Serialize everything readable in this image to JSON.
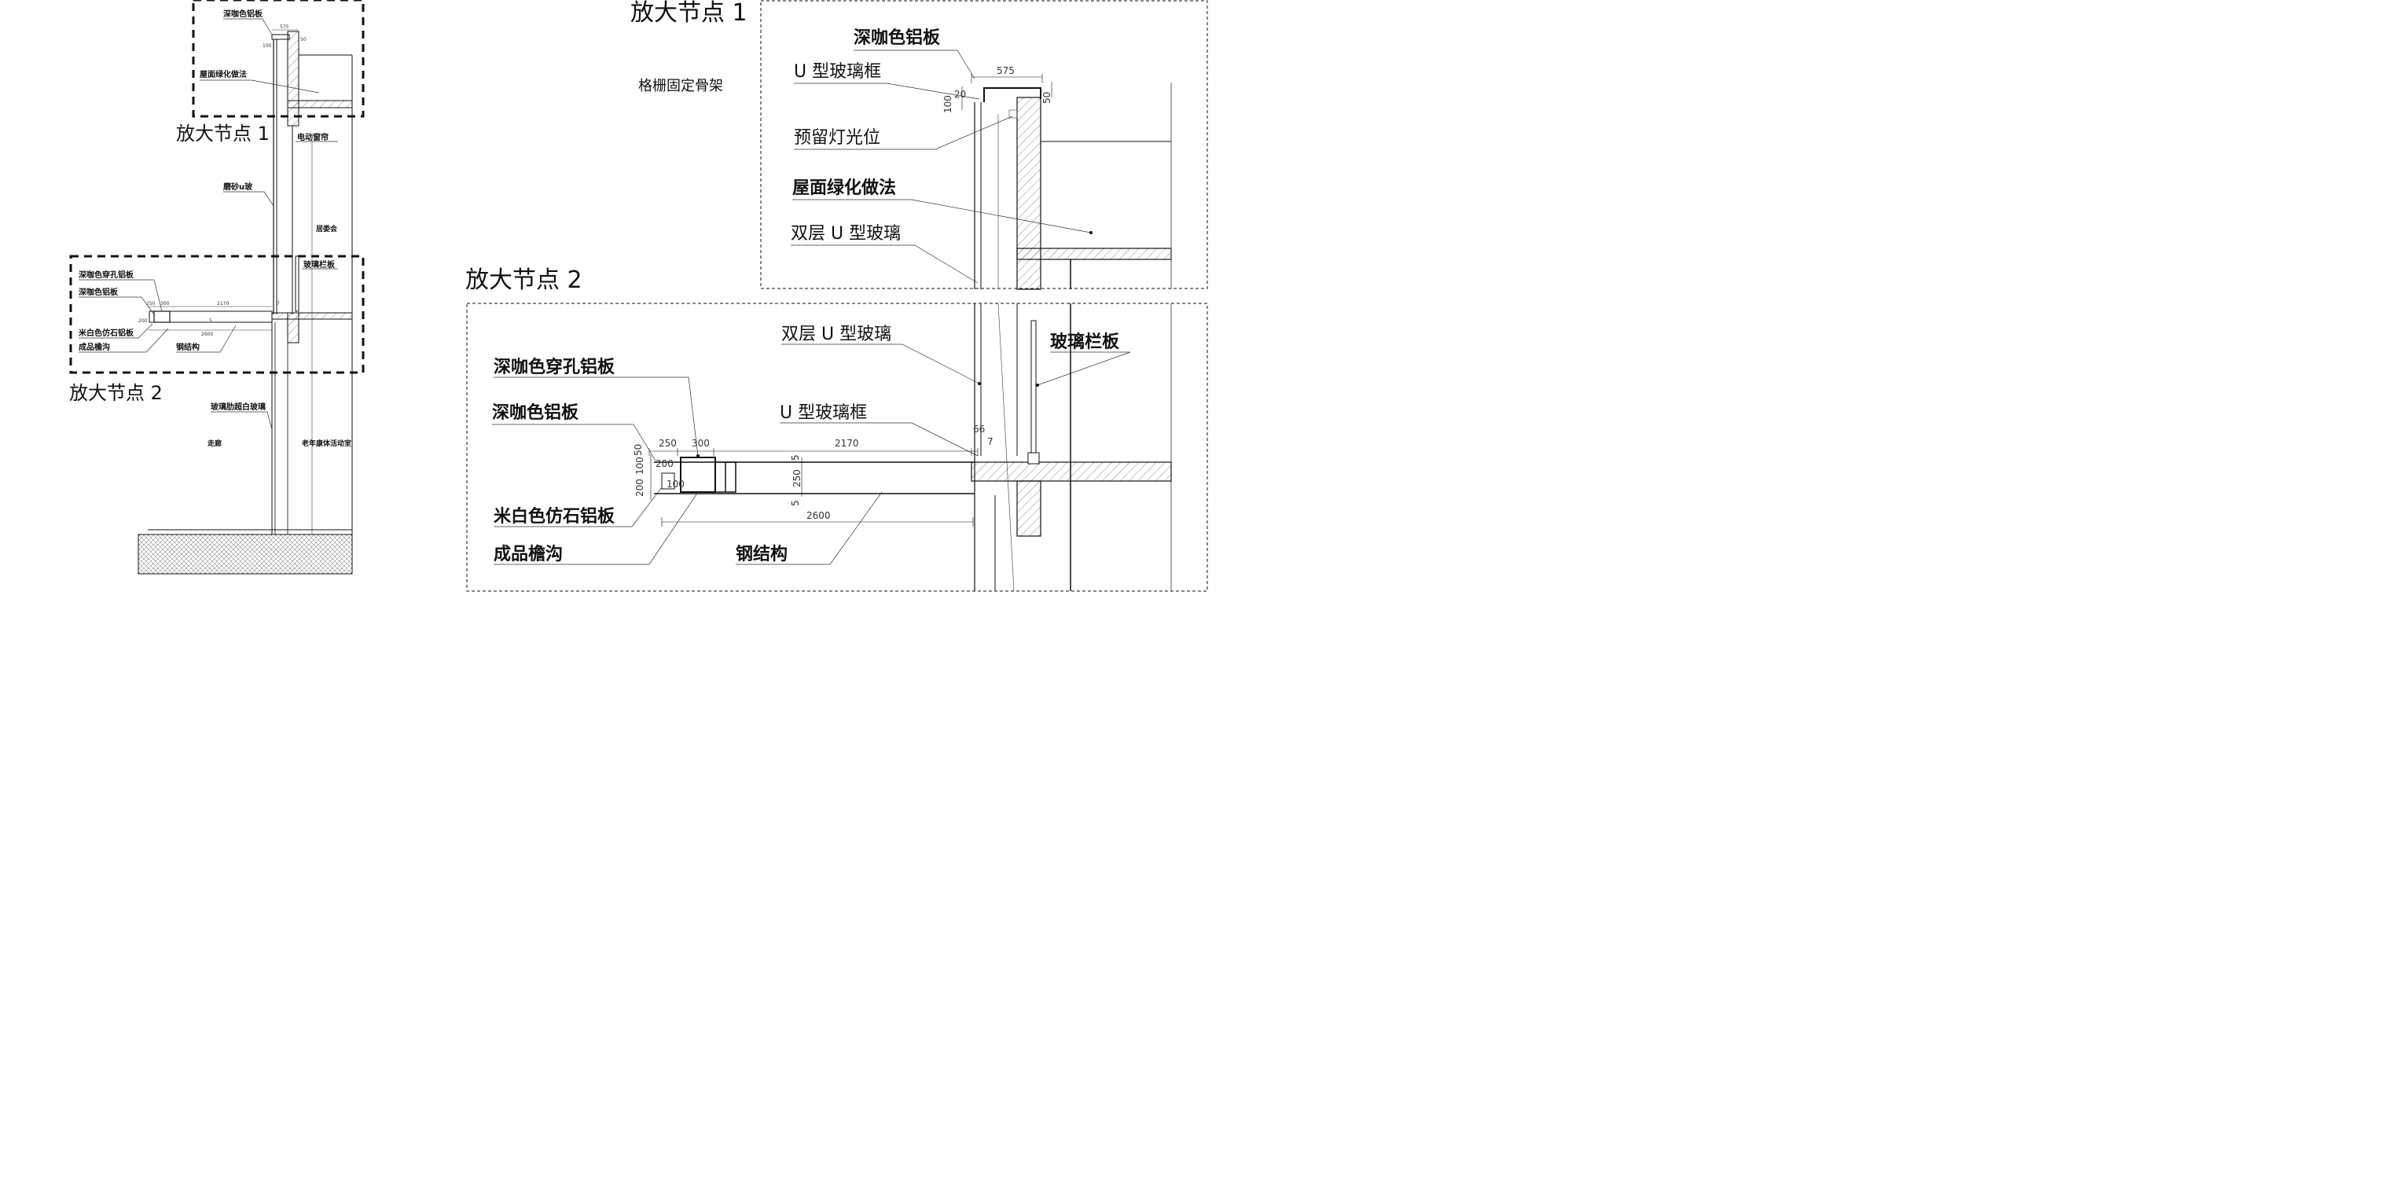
{
  "colors": {
    "ink": "#111111",
    "hatch": "#555555",
    "leader": "#333333",
    "paper": "#ffffff"
  },
  "section": {
    "labels": {
      "dark_brown_panel": "深咖色铝板",
      "roof_green": "屋面绿化做法",
      "motor_curtain": "电动窗帘",
      "frosted_u": "磨砂u玻",
      "committee": "居委会",
      "glass_rail": "玻璃栏板",
      "perforated": "深咖色穿孔铝板",
      "dark_brown_panel2": "深咖色铝板",
      "stone_panel": "米白色仿石铝板",
      "gutter": "成品檐沟",
      "steel": "钢结构",
      "glass_fin": "玻璃肋超白玻璃",
      "corridor": "走廊",
      "elderly_room": "老年康体活动室"
    },
    "callouts": {
      "detail1": "放大节点 1",
      "detail2": "放大节点 2"
    },
    "dims": {
      "d575": "575",
      "d100": "100",
      "d50": "50",
      "d250": "250",
      "d300": "300",
      "d2170": "2170",
      "d200": "200",
      "d2600": "2600",
      "d7": "7",
      "d5": "5"
    }
  },
  "detail1": {
    "title": "放大节点 1",
    "grid_frame_note": "格栅固定骨架",
    "labels": {
      "dark_brown_panel": "深咖色铝板",
      "u_frame": "U 型玻璃框",
      "light_slot": "预留灯光位",
      "roof_green": "屋面绿化做法",
      "double_u": "双层 U 型玻璃"
    },
    "dims": {
      "d575": "575",
      "d20": "20",
      "d100": "100",
      "d50": "50"
    }
  },
  "detail2": {
    "title": "放大节点 2",
    "labels": {
      "double_u": "双层 U 型玻璃",
      "glass_rail": "玻璃栏板",
      "perforated": "深咖色穿孔铝板",
      "dark_brown_panel": "深咖色铝板",
      "u_frame": "U 型玻璃框",
      "stone_panel": "米白色仿石铝板",
      "gutter": "成品檐沟",
      "steel": "钢结构"
    },
    "dims": {
      "d250": "250",
      "d300": "300",
      "d2170": "2170",
      "d66": "66",
      "d7": "7",
      "d50": "50",
      "d200": "200",
      "d100": "100",
      "d5": "5",
      "d2600": "2600"
    }
  }
}
